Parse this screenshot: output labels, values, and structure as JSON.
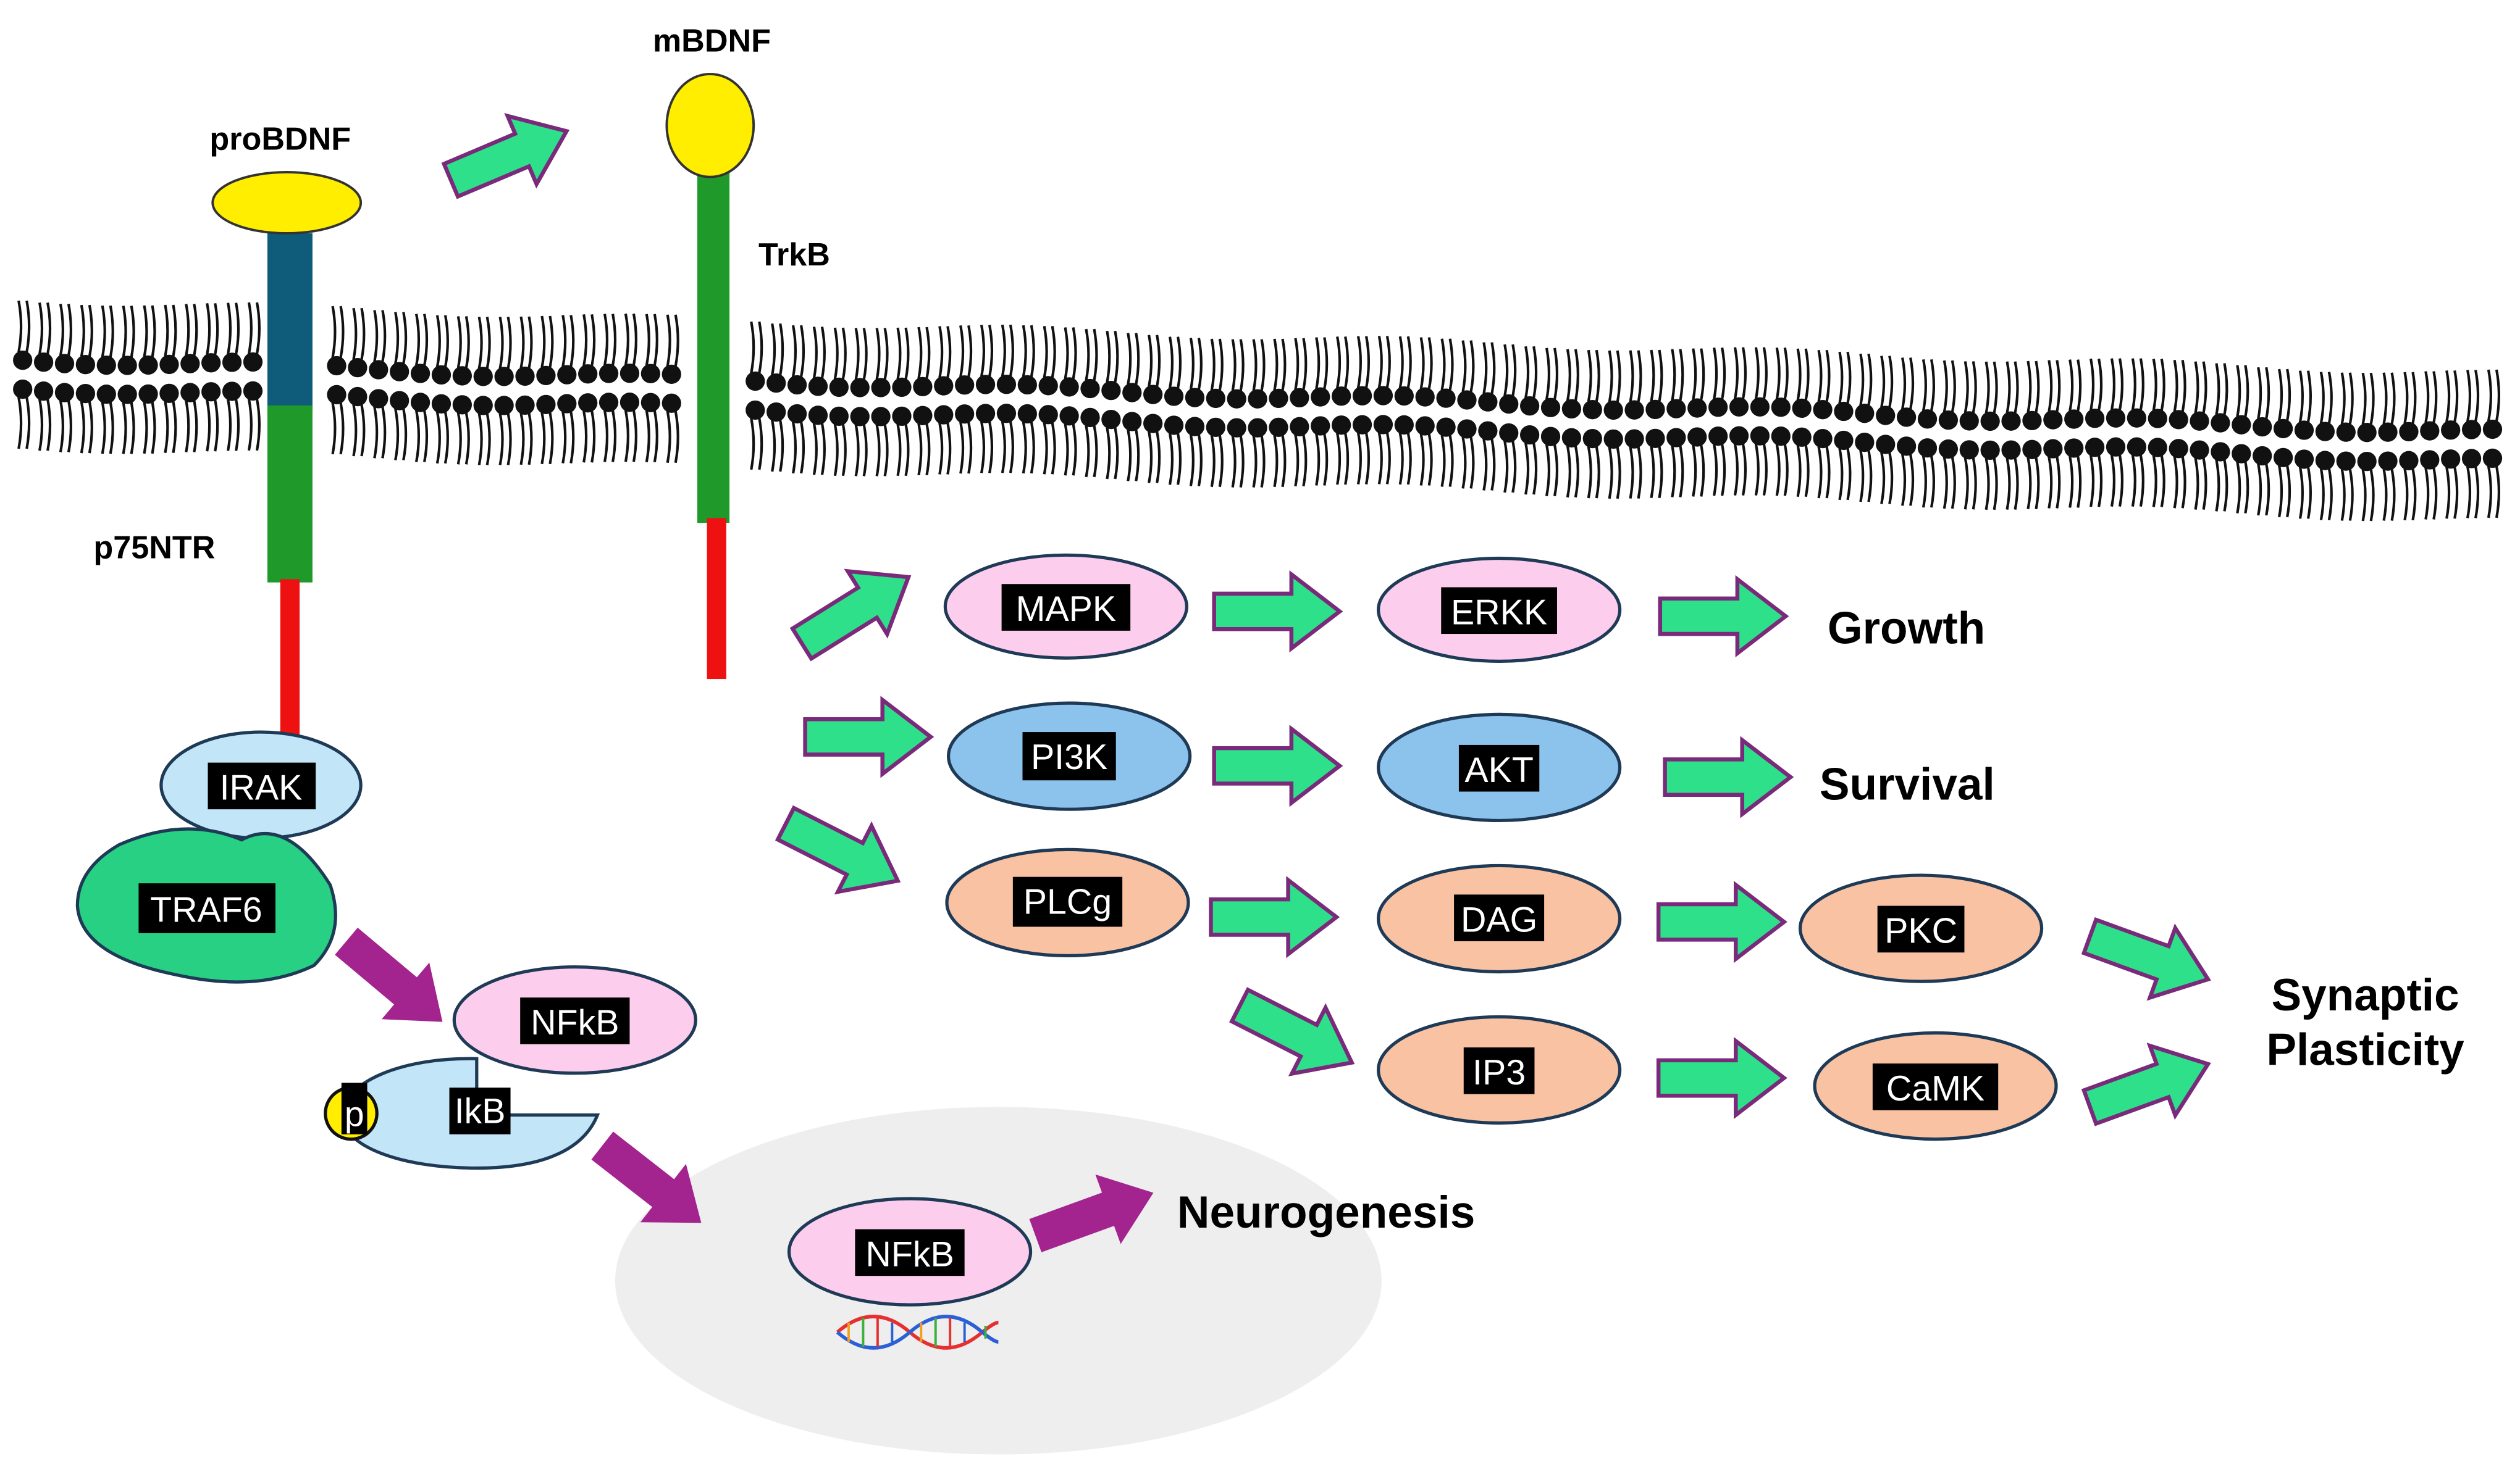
{
  "labels": {
    "proBDNF": "proBDNF",
    "mBDNF": "mBDNF",
    "TrkB": "TrkB",
    "p75NTR": "p75NTR",
    "growth": "Growth",
    "survival": "Survival",
    "synaptic_1": "Synaptic",
    "synaptic_2": "Plasticity",
    "neurogenesis": "Neurogenesis"
  },
  "nodes": {
    "IRAK": "IRAK",
    "TRAF6": "TRAF6",
    "NFkB_cyto": "NFkB",
    "IkB": "IkB",
    "p": "p",
    "NFkB_nuc": "NFkB",
    "MAPK": "MAPK",
    "ERKK": "ERKK",
    "PI3K": "PI3K",
    "AKT": "AKT",
    "PLCg": "PLCg",
    "DAG": "DAG",
    "PKC": "PKC",
    "IP3": "IP3",
    "CaMK": "CaMK"
  },
  "colors": {
    "ligand": "#ffee00",
    "receptor_green": "#1f9a2a",
    "p75_extracellular": "#0e5c7a",
    "intracellular_red": "#ee1111",
    "arrow_green": "#2ee08a",
    "arrow_outline": "#7a2a7a",
    "arrow_magenta": "#a3238f",
    "pink": "#fccdec",
    "blue": "#8cc3ec",
    "light_blue": "#c2e6f8",
    "orange": "#f9c2a3",
    "traf_green": "#27d083",
    "nucleus": "#eeeeee",
    "membrane": "#111111"
  }
}
